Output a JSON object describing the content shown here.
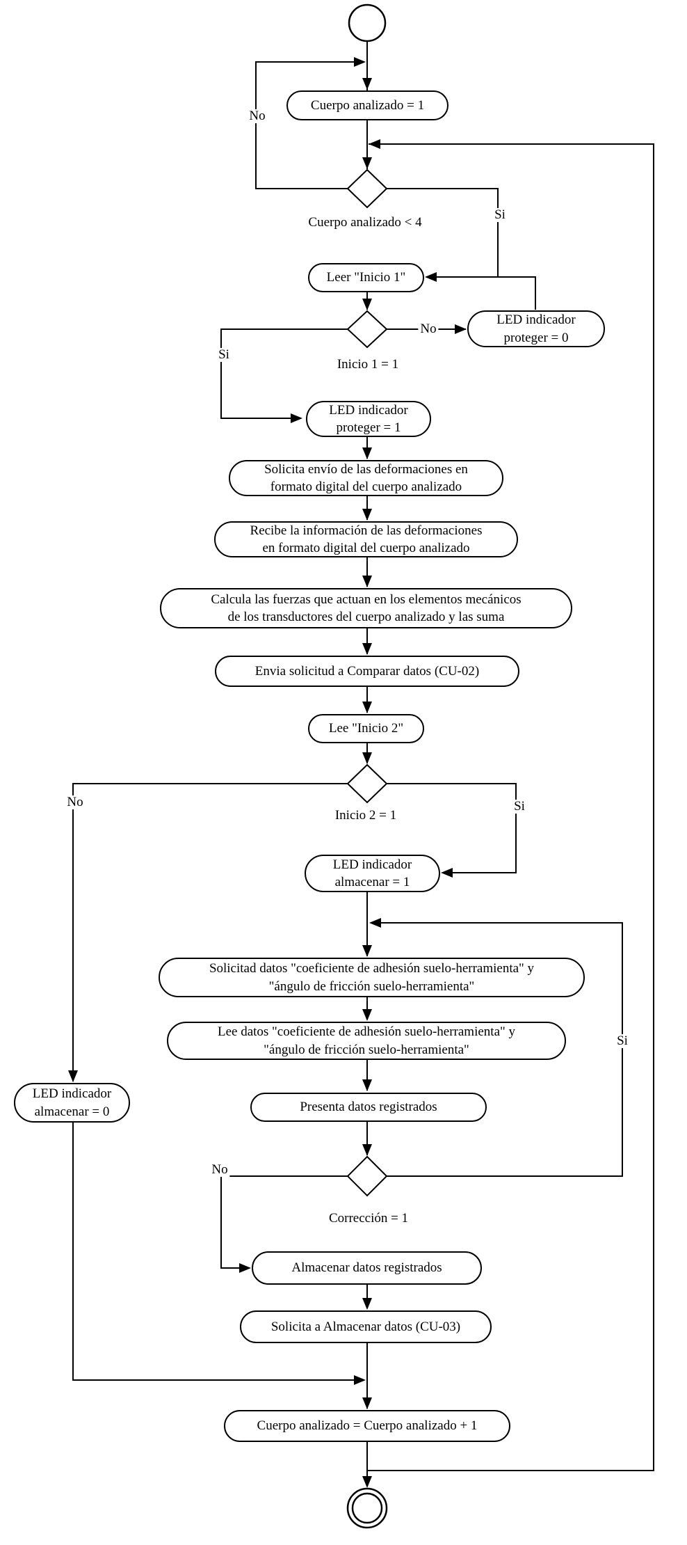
{
  "flowchart": {
    "colors": {
      "line": "#000000",
      "background": "#ffffff",
      "node_fill": "#ffffff"
    },
    "nodes": {
      "init": {
        "label": "Cuerpo analizado = 1"
      },
      "leer_inicio1": {
        "label": "Leer \"Inicio 1\""
      },
      "led_proteger_0": {
        "label": "LED indicador\nproteger = 0"
      },
      "led_proteger_1": {
        "label": "LED indicador\nproteger = 1"
      },
      "solicita_envio": {
        "label": "Solicita envío de las deformaciones en\nformato digital del cuerpo analizado"
      },
      "recibe_info": {
        "label": "Recibe la información de las deformaciones\nen formato digital del cuerpo analizado"
      },
      "calcula": {
        "label": "Calcula las fuerzas que actuan en los elementos mecánicos\nde los transductores del cuerpo analizado y las suma"
      },
      "envia_solicitud": {
        "label": "Envia solicitud a Comparar datos (CU-02)"
      },
      "lee_inicio2": {
        "label": "Lee \"Inicio 2\""
      },
      "led_almacenar_1": {
        "label": "LED indicador\nalmacenar = 1"
      },
      "led_almacenar_0": {
        "label": "LED indicador\nalmacenar = 0"
      },
      "solicitad_datos": {
        "label": "Solicitad datos \"coeficiente de adhesión suelo-herramienta\" y\n\"ángulo de fricción suelo-herramienta\""
      },
      "lee_datos": {
        "label": "Lee datos \"coeficiente de adhesión suelo-herramienta\" y\n\"ángulo de fricción suelo-herramienta\""
      },
      "presenta_datos": {
        "label": "Presenta datos registrados"
      },
      "almacenar_datos": {
        "label": "Almacenar datos registrados"
      },
      "solicita_almacenar": {
        "label": "Solicita a Almacenar datos (CU-03)"
      },
      "incrementa": {
        "label": "Cuerpo analizado = Cuerpo analizado + 1"
      }
    },
    "decisions": {
      "d1": {
        "condition": "Cuerpo analizado < 4",
        "yes": "Si",
        "no": "No"
      },
      "d2": {
        "condition": "Inicio 1 = 1",
        "yes": "Si",
        "no": "No"
      },
      "d3": {
        "condition": "Inicio 2 = 1",
        "yes": "Si",
        "no": "No"
      },
      "d4": {
        "condition": "Corrección = 1",
        "yes": "Si",
        "no": "No"
      }
    }
  }
}
